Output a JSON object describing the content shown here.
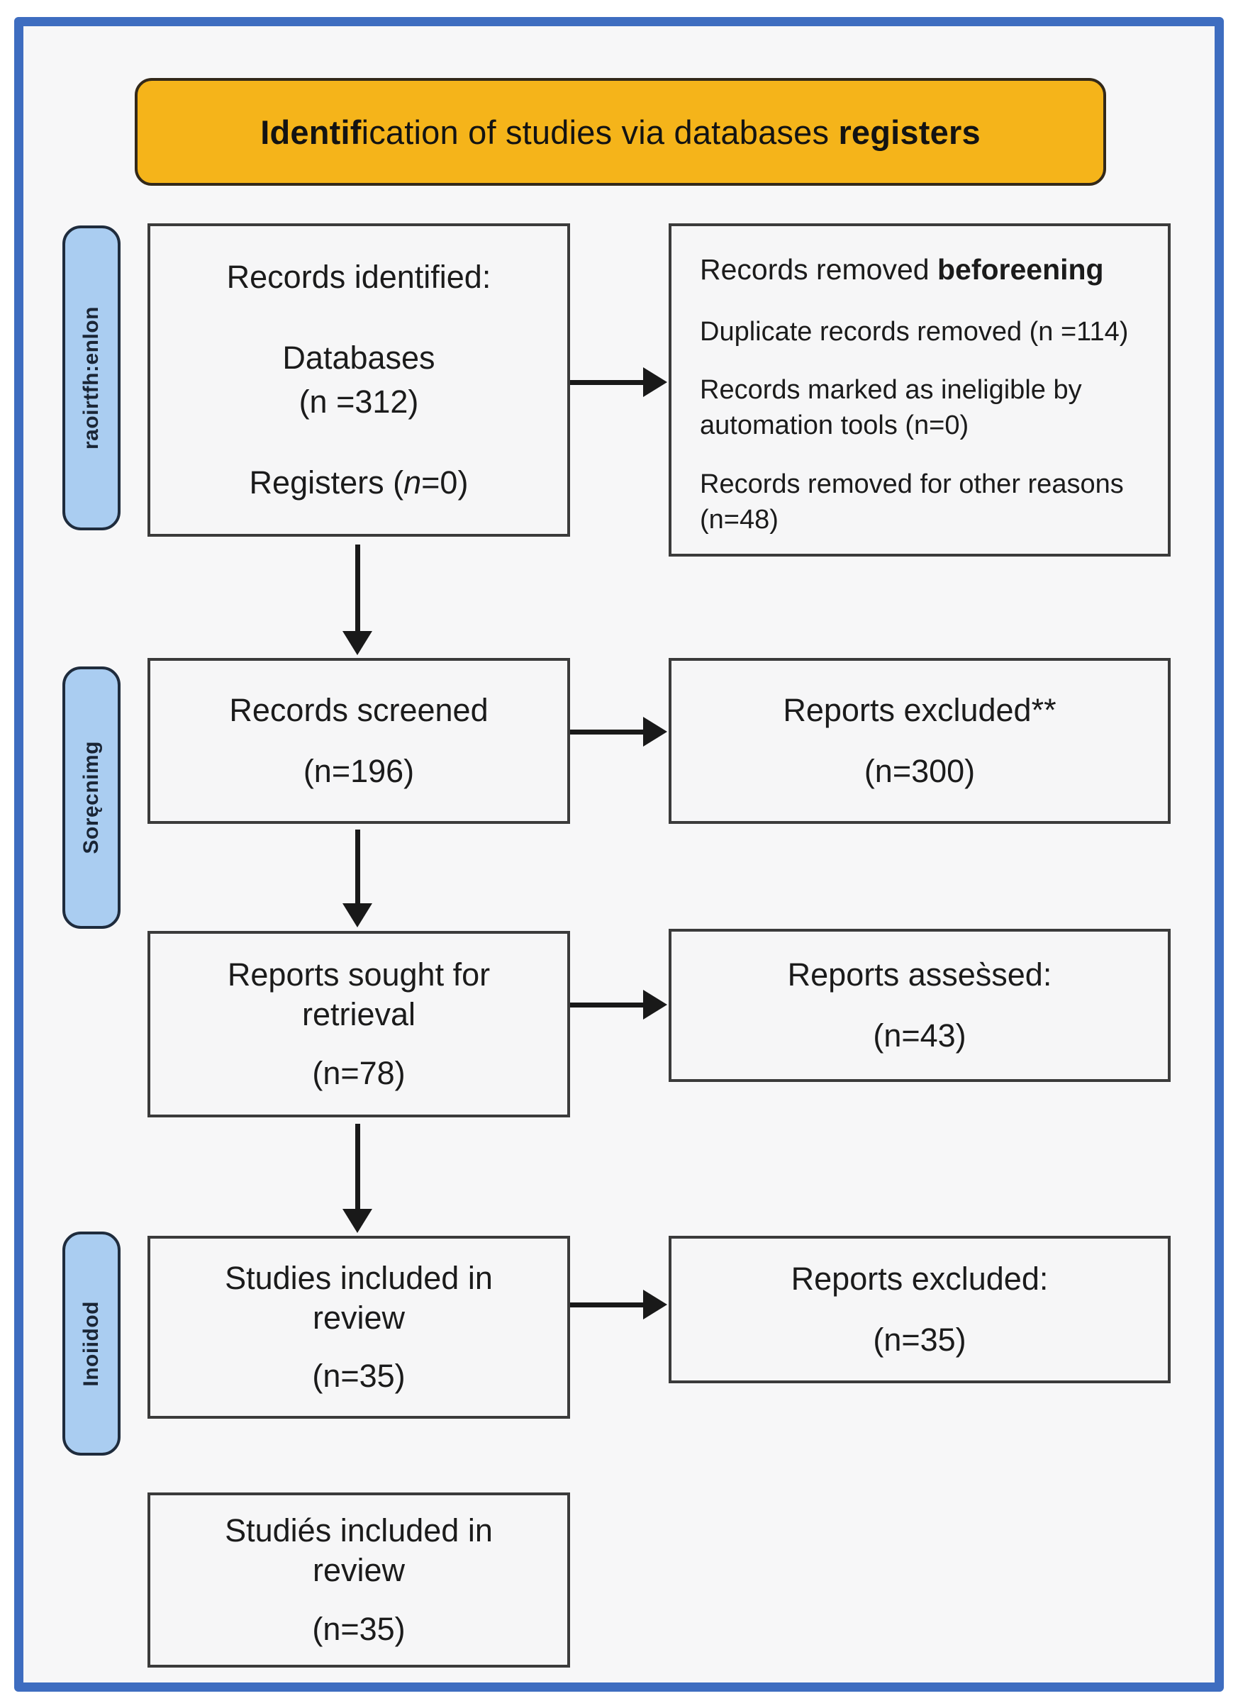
{
  "page": {
    "frame_color": "#3e6dc0",
    "background": "#f7f7f8",
    "header_bg": "#f5b41a",
    "sidebar_bg": "#aacdf1"
  },
  "header": {
    "seg_bold1": "Identif",
    "seg_mid": "ication of studies via databases ",
    "seg_bold2": "registers"
  },
  "sidebar": {
    "labels": [
      "raoirtfh:enlon",
      "Soręcnimg",
      "Inoiidod"
    ]
  },
  "boxes": {
    "identified": {
      "line1": "Records identified:",
      "line2": "Databases",
      "line3": "(n =312)",
      "reg_pre": "Registers (",
      "reg_n": "n",
      "reg_post": "=0)"
    },
    "removed": {
      "head_pre": "Records removed ",
      "head_bold": "beforeening",
      "item1": "Duplicate records removed (n =114)",
      "item2": "Records marked as ineligible by automation tools (n=0)",
      "item3": "Records removed for other reasons (n=48)"
    },
    "screened": {
      "line1": "Records screened",
      "line2": "(n=196)"
    },
    "excluded1": {
      "line1": "Reports excluded**",
      "line2": "(n=300)"
    },
    "sought": {
      "line1": "Reports sought for",
      "line2": "retrieval",
      "line3": "(n=78)"
    },
    "assessed": {
      "line1": "Reports asses̀sed:",
      "line2": "(n=43)"
    },
    "included": {
      "line1": "Studies included in",
      "line2": "review",
      "line3": "(n=35)"
    },
    "excluded2": {
      "line1": "Reports excluded:",
      "line2": "(n=35)"
    },
    "final": {
      "line1": "Studiés included in",
      "line2": "review",
      "line3": "(n=35)"
    }
  }
}
